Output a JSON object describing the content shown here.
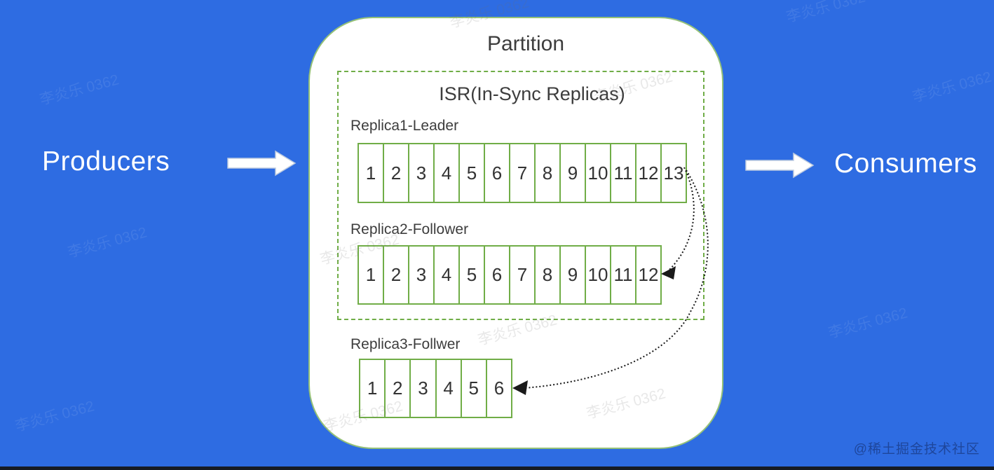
{
  "diagram": {
    "title": "Partition",
    "isr_title": "ISR(In-Sync Replicas)",
    "left_label": "Producers",
    "right_label": "Consumers",
    "replicas": [
      {
        "label": "Replica1-Leader",
        "cells": [
          "1",
          "2",
          "3",
          "4",
          "5",
          "6",
          "7",
          "8",
          "9",
          "10",
          "11",
          "12",
          "13"
        ]
      },
      {
        "label": "Replica2-Follower",
        "cells": [
          "1",
          "2",
          "3",
          "4",
          "5",
          "6",
          "7",
          "8",
          "9",
          "10",
          "11",
          "12"
        ]
      },
      {
        "label": "Replica3-Follwer",
        "cells": [
          "1",
          "2",
          "3",
          "4",
          "5",
          "6"
        ]
      }
    ]
  },
  "watermark": {
    "text": "李炎乐 0362",
    "credit": "@稀土掘金技术社区"
  },
  "colors": {
    "background": "#2e6ce2",
    "card_bg": "#ffffff",
    "card_border": "#95c178",
    "green": "#70ad47",
    "text_dark": "#3d3d3d",
    "number": "#333333",
    "arrow_dark": "#1a1a1a",
    "arrow_fill": "#ffffff",
    "arrow_outline": "#bccadf"
  }
}
